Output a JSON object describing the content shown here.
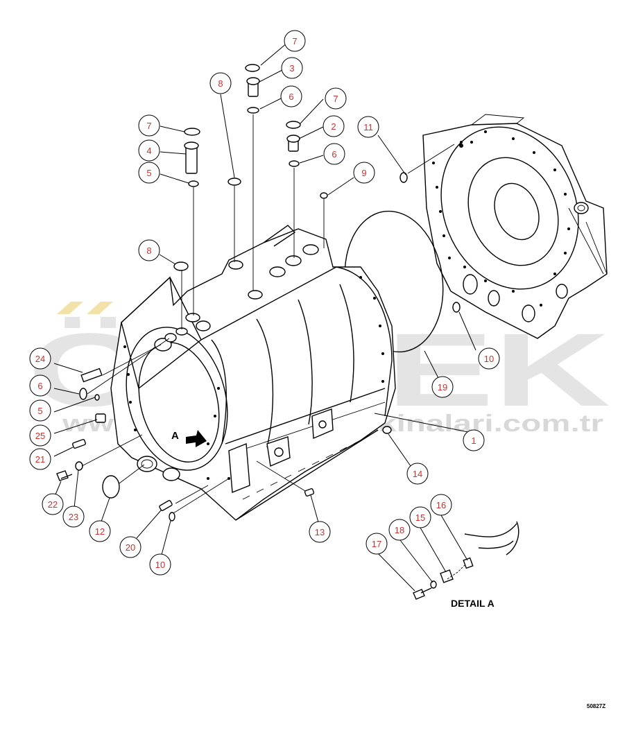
{
  "watermark": {
    "brand": "ÖRNEK",
    "url": "www.ornekkepcemakinalari.com.tr"
  },
  "detail_label": "DETAIL A",
  "view_marker": "A",
  "figure_id": "50827Z",
  "callouts": [
    {
      "id": "c7a",
      "label": "7"
    },
    {
      "id": "c3",
      "label": "3"
    },
    {
      "id": "c6a",
      "label": "6"
    },
    {
      "id": "c8a",
      "label": "8"
    },
    {
      "id": "c7b",
      "label": "7"
    },
    {
      "id": "c2",
      "label": "2"
    },
    {
      "id": "c6b",
      "label": "6"
    },
    {
      "id": "c7c",
      "label": "7"
    },
    {
      "id": "c4",
      "label": "4"
    },
    {
      "id": "c5a",
      "label": "5"
    },
    {
      "id": "c9",
      "label": "9"
    },
    {
      "id": "c11",
      "label": "11"
    },
    {
      "id": "c8b",
      "label": "8"
    },
    {
      "id": "c10a",
      "label": "10"
    },
    {
      "id": "c19",
      "label": "19"
    },
    {
      "id": "c24",
      "label": "24"
    },
    {
      "id": "c6c",
      "label": "6"
    },
    {
      "id": "c5b",
      "label": "5"
    },
    {
      "id": "c25",
      "label": "25"
    },
    {
      "id": "c1",
      "label": "1"
    },
    {
      "id": "c21",
      "label": "21"
    },
    {
      "id": "c14",
      "label": "14"
    },
    {
      "id": "c22",
      "label": "22"
    },
    {
      "id": "c23",
      "label": "23"
    },
    {
      "id": "c12",
      "label": "12"
    },
    {
      "id": "c13",
      "label": "13"
    },
    {
      "id": "c20",
      "label": "20"
    },
    {
      "id": "c10b",
      "label": "10"
    },
    {
      "id": "c16",
      "label": "16"
    },
    {
      "id": "c15",
      "label": "15"
    },
    {
      "id": "c18",
      "label": "18"
    },
    {
      "id": "c17",
      "label": "17"
    }
  ]
}
